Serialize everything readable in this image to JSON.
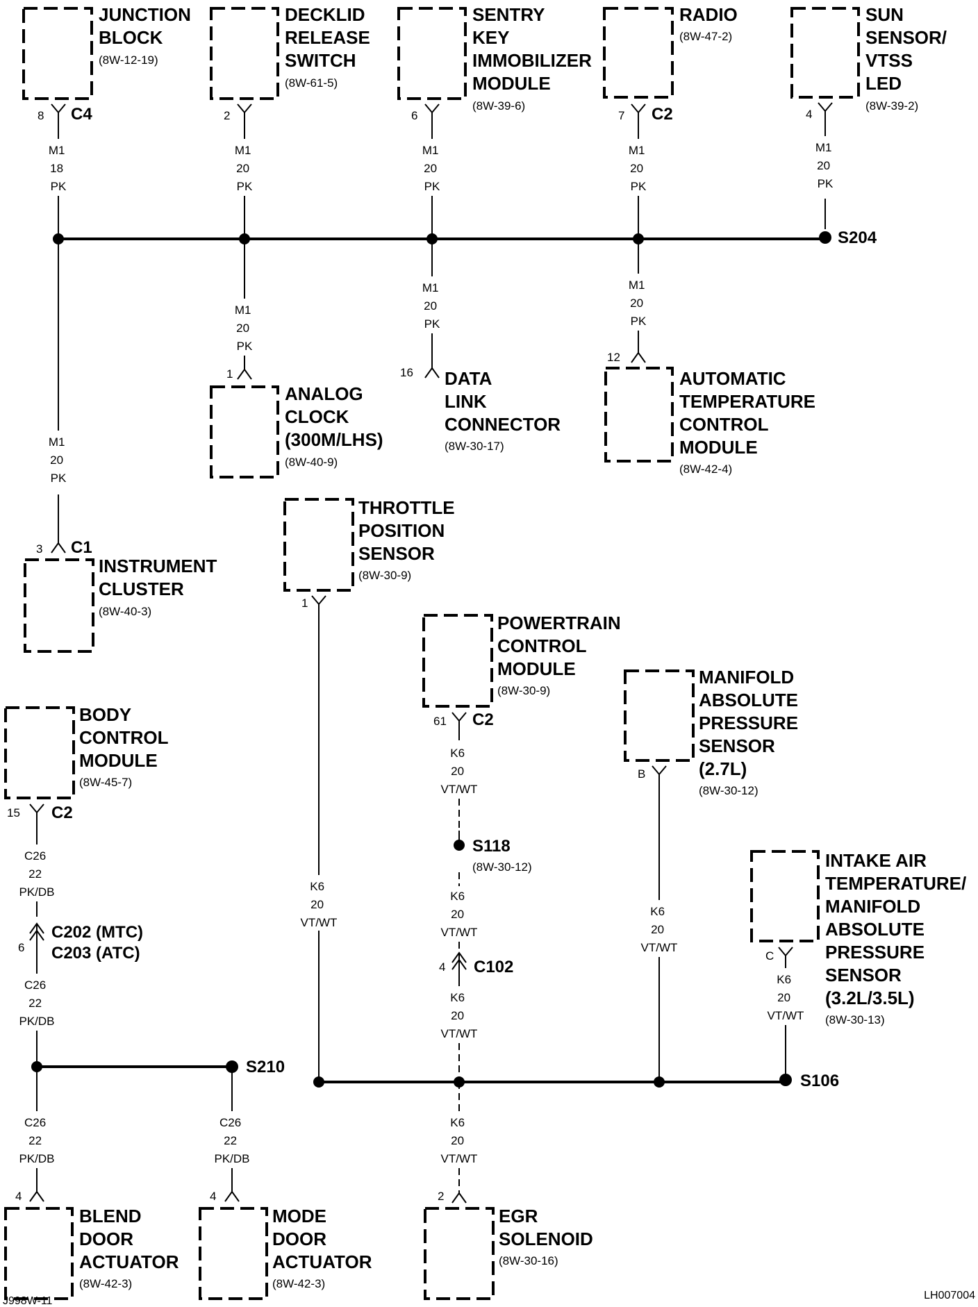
{
  "components": {
    "junction_block": {
      "title": [
        "JUNCTION",
        "BLOCK"
      ],
      "ref": "(8W-12-19)"
    },
    "decklid": {
      "title": [
        "DECKLID",
        "RELEASE",
        "SWITCH"
      ],
      "ref": "(8W-61-5)"
    },
    "skim": {
      "title": [
        "SENTRY",
        "KEY",
        "IMMOBILIZER",
        "MODULE"
      ],
      "ref": "(8W-39-6)"
    },
    "radio": {
      "title": [
        "RADIO"
      ],
      "ref": "(8W-47-2)"
    },
    "sun_sensor": {
      "title": [
        "SUN",
        "SENSOR/",
        "VTSS",
        "LED"
      ],
      "ref": "(8W-39-2)"
    },
    "analog_clock": {
      "title": [
        "ANALOG",
        "CLOCK",
        "(300M/LHS)"
      ],
      "ref": "(8W-40-9)"
    },
    "dlc": {
      "title": [
        "DATA",
        "LINK",
        "CONNECTOR"
      ],
      "ref": "(8W-30-17)"
    },
    "atc_module": {
      "title": [
        "AUTOMATIC",
        "TEMPERATURE",
        "CONTROL",
        "MODULE"
      ],
      "ref": "(8W-42-4)"
    },
    "tps": {
      "title": [
        "THROTTLE",
        "POSITION",
        "SENSOR"
      ],
      "ref": "(8W-30-9)"
    },
    "instrument_cluster": {
      "title": [
        "INSTRUMENT",
        "CLUSTER"
      ],
      "ref": "(8W-40-3)"
    },
    "pcm": {
      "title": [
        "POWERTRAIN",
        "CONTROL",
        "MODULE"
      ],
      "ref": "(8W-30-9)"
    },
    "map_27": {
      "title": [
        "MANIFOLD",
        "ABSOLUTE",
        "PRESSURE",
        "SENSOR",
        "(2.7L)"
      ],
      "ref": "(8W-30-12)"
    },
    "bcm": {
      "title": [
        "BODY",
        "CONTROL",
        "MODULE"
      ],
      "ref": "(8W-45-7)"
    },
    "iat_map": {
      "title": [
        "INTAKE AIR",
        "TEMPERATURE/",
        "MANIFOLD",
        "ABSOLUTE",
        "PRESSURE",
        "SENSOR",
        "(3.2L/3.5L)"
      ],
      "ref": "(8W-30-13)"
    },
    "blend_door": {
      "title": [
        "BLEND",
        "DOOR",
        "ACTUATOR"
      ],
      "ref": "(8W-42-3)"
    },
    "mode_door": {
      "title": [
        "MODE",
        "DOOR",
        "ACTUATOR"
      ],
      "ref": "(8W-42-3)"
    },
    "egr": {
      "title": [
        "EGR",
        "SOLENOID"
      ],
      "ref": "(8W-30-16)"
    }
  },
  "pins": {
    "junction_block": "8",
    "decklid": "2",
    "skim": "6",
    "radio": "7",
    "sun_sensor": "4",
    "analog_clock": "1",
    "dlc": "16",
    "atc_module": "12",
    "tps": "1",
    "instrument_cluster": "3",
    "pcm": "61",
    "map_27": "B",
    "bcm": "15",
    "c202": "6",
    "c102": "4",
    "iat_map": "C",
    "blend_door": "4",
    "mode_door": "4",
    "egr": "2"
  },
  "connectors": {
    "jb": "C4",
    "radio": "C2",
    "ic": "C1",
    "pcm": "C2",
    "bcm": "C2",
    "c202": "C202 (MTC)",
    "c203": "C203 (ATC)",
    "c102": "C102"
  },
  "splices": {
    "s204": "S204",
    "s210": "S210",
    "s106": "S106",
    "s118": "S118",
    "s118_ref": "(8W-30-12)"
  },
  "wires": {
    "m1_18": [
      "M1",
      "18",
      "PK"
    ],
    "m1_20": [
      "M1",
      "20",
      "PK"
    ],
    "k6": [
      "K6",
      "20",
      "VT/WT"
    ],
    "c26": [
      "C26",
      "22",
      "PK/DB"
    ]
  },
  "footer": {
    "left": "J998W-11",
    "right": "LH007004"
  }
}
